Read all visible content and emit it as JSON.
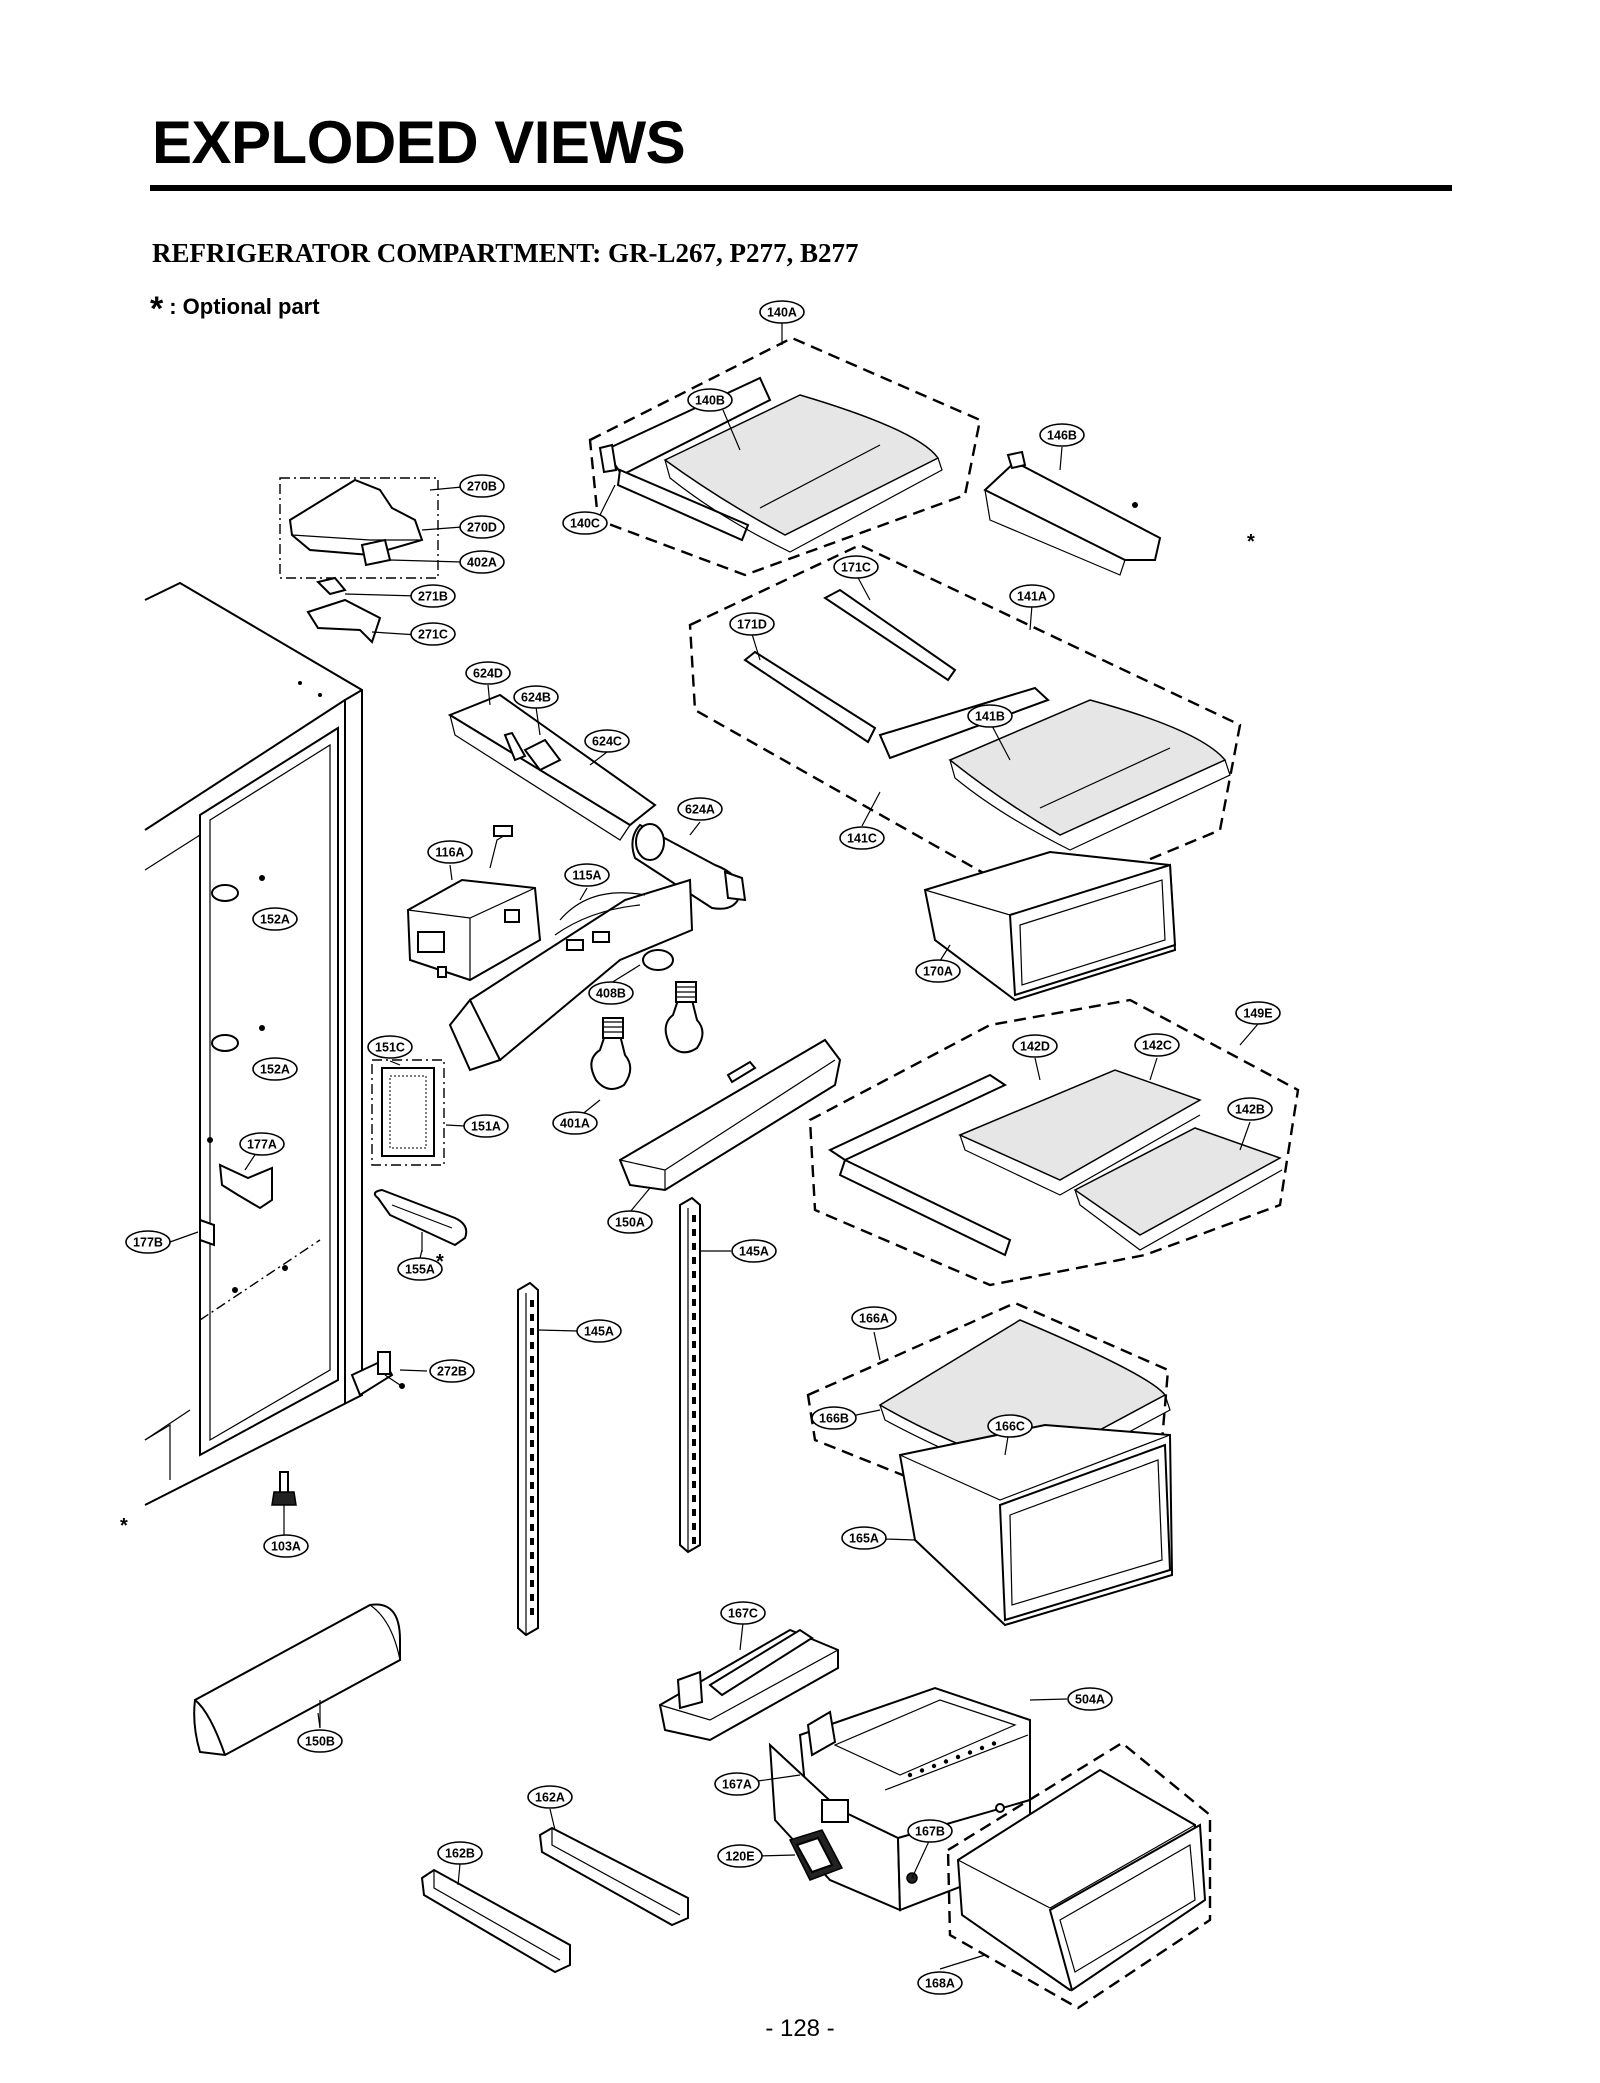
{
  "page": {
    "title": "EXPLODED VIEWS",
    "subtitle": "REFRIGERATOR COMPARTMENT: GR-L267, P277, B277",
    "optional_marker": "*",
    "optional_label": ": Optional part",
    "page_number": "- 128 -"
  },
  "parts": [
    {
      "id": "lbl-140A",
      "text": "140A"
    },
    {
      "id": "lbl-140B",
      "text": "140B"
    },
    {
      "id": "lbl-140C",
      "text": "140C"
    },
    {
      "id": "lbl-146B",
      "text": "146B"
    },
    {
      "id": "lbl-270B",
      "text": "270B"
    },
    {
      "id": "lbl-270D",
      "text": "270D"
    },
    {
      "id": "lbl-402A",
      "text": "402A"
    },
    {
      "id": "lbl-271B",
      "text": "271B"
    },
    {
      "id": "lbl-271C",
      "text": "271C"
    },
    {
      "id": "lbl-171C",
      "text": "171C"
    },
    {
      "id": "lbl-171D",
      "text": "171D"
    },
    {
      "id": "lbl-141A",
      "text": "141A"
    },
    {
      "id": "lbl-141B",
      "text": "141B"
    },
    {
      "id": "lbl-141C",
      "text": "141C"
    },
    {
      "id": "lbl-624D",
      "text": "624D"
    },
    {
      "id": "lbl-624B",
      "text": "624B"
    },
    {
      "id": "lbl-624C",
      "text": "624C"
    },
    {
      "id": "lbl-624A",
      "text": "624A"
    },
    {
      "id": "lbl-116A",
      "text": "116A"
    },
    {
      "id": "lbl-115A",
      "text": "115A"
    },
    {
      "id": "lbl-152A-1",
      "text": "152A"
    },
    {
      "id": "lbl-152A-2",
      "text": "152A"
    },
    {
      "id": "lbl-408B",
      "text": "408B"
    },
    {
      "id": "lbl-170A",
      "text": "170A"
    },
    {
      "id": "lbl-149E",
      "text": "149E"
    },
    {
      "id": "lbl-142D",
      "text": "142D"
    },
    {
      "id": "lbl-142C",
      "text": "142C"
    },
    {
      "id": "lbl-142B",
      "text": "142B"
    },
    {
      "id": "lbl-151C",
      "text": "151C"
    },
    {
      "id": "lbl-151A",
      "text": "151A"
    },
    {
      "id": "lbl-401A",
      "text": "401A"
    },
    {
      "id": "lbl-177A",
      "text": "177A"
    },
    {
      "id": "lbl-177B",
      "text": "177B"
    },
    {
      "id": "lbl-150A",
      "text": "150A"
    },
    {
      "id": "lbl-155A",
      "text": "155A"
    },
    {
      "id": "lbl-145A-1",
      "text": "145A"
    },
    {
      "id": "lbl-145A-2",
      "text": "145A"
    },
    {
      "id": "lbl-166A",
      "text": "166A"
    },
    {
      "id": "lbl-166B",
      "text": "166B"
    },
    {
      "id": "lbl-166C",
      "text": "166C"
    },
    {
      "id": "lbl-272B",
      "text": "272B"
    },
    {
      "id": "lbl-165A",
      "text": "165A"
    },
    {
      "id": "lbl-103A",
      "text": "103A"
    },
    {
      "id": "lbl-167C",
      "text": "167C"
    },
    {
      "id": "lbl-504A",
      "text": "504A"
    },
    {
      "id": "lbl-150B",
      "text": "150B"
    },
    {
      "id": "lbl-167A",
      "text": "167A"
    },
    {
      "id": "lbl-162A",
      "text": "162A"
    },
    {
      "id": "lbl-162B",
      "text": "162B"
    },
    {
      "id": "lbl-167B",
      "text": "167B"
    },
    {
      "id": "lbl-120E",
      "text": "120E"
    },
    {
      "id": "lbl-168A",
      "text": "168A"
    }
  ],
  "stars": [
    "*",
    "*",
    "*"
  ]
}
